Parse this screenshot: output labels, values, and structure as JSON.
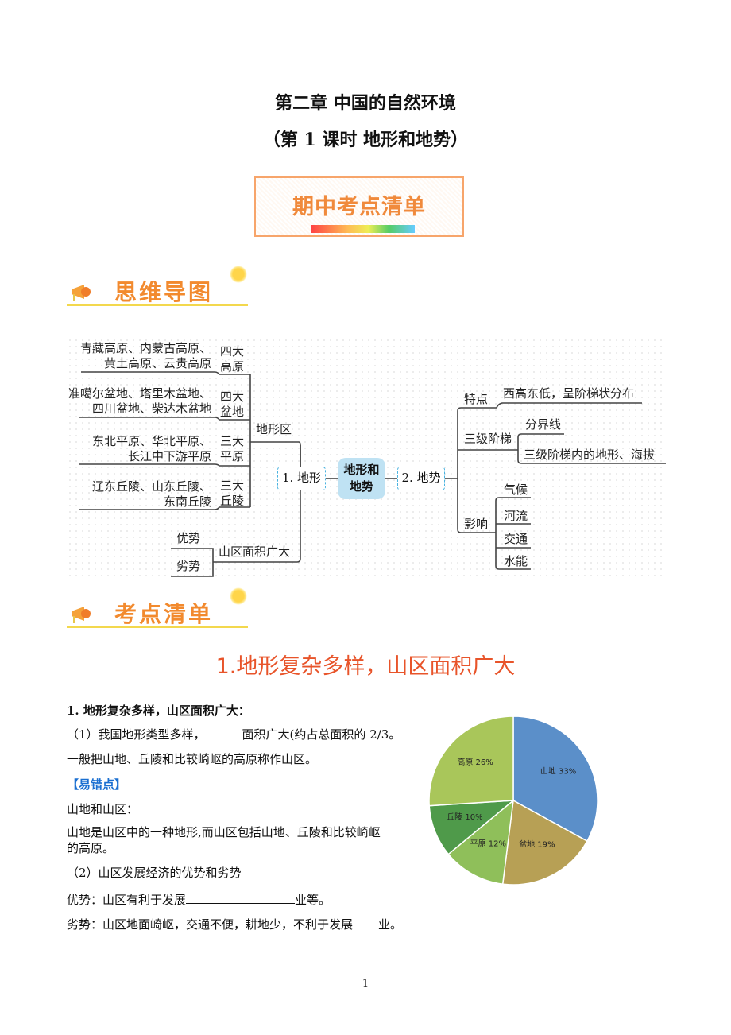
{
  "header": {
    "title": "第二章  中国的自然环境",
    "subtitle": "（第 1 课时  地形和地势）"
  },
  "banner": {
    "text": "期中考点清单"
  },
  "section1": {
    "title": "思维导图"
  },
  "mindmap": {
    "center": [
      "地形和",
      "地势"
    ],
    "left_node": "1. 地形",
    "right_node": "2. 地势",
    "landform_label": "地形区",
    "groups": [
      {
        "items": [
          "青藏高原、内蒙古高原、",
          "黄土高原、云贵高原"
        ],
        "label": [
          "四大",
          "高原"
        ]
      },
      {
        "items": [
          "准噶尔盆地、塔里木盆地、",
          "四川盆地、柴达木盆地"
        ],
        "label": [
          "四大",
          "盆地"
        ]
      },
      {
        "items": [
          "东北平原、华北平原、",
          "长江中下游平原"
        ],
        "label": [
          "三大",
          "平原"
        ]
      },
      {
        "items": [
          "辽东丘陵、山东丘陵、",
          "东南丘陵"
        ],
        "label": [
          "三大",
          "丘陵"
        ]
      }
    ],
    "mountain": {
      "label": "山区面积广大",
      "pros": "优势",
      "cons": "劣势"
    },
    "feature": {
      "label": "特点",
      "value": "西高东低，呈阶梯状分布"
    },
    "steps": {
      "label": "三级阶梯",
      "items": [
        "分界线",
        "三级阶梯内的地形、海拔"
      ]
    },
    "impact": {
      "label": "影响",
      "items": [
        "气候",
        "河流",
        "交通",
        "水能"
      ]
    }
  },
  "section2": {
    "title": "考点清单"
  },
  "heading": "1.地形复杂多样，山区面积广大",
  "body": {
    "b1": "1. 地形复杂多样，山区面积广大：",
    "p1a": "（1）我国地形类型多样，",
    "p1b": "面积广大(约占总面积的 2/3。",
    "p2": "一般把山地、丘陵和比较崎岖的高原称作山区。",
    "tip": "【易错点】",
    "p3": "山地和山区：",
    "p4": "山地是山区中的一种地形,而山区包括山地、丘陵和比较崎岖",
    "p5": "的高原。",
    "p6": "（2）山区发展经济的优势和劣势",
    "p7a": "优势：山区有利于发展",
    "p7b": "业等。",
    "p8a": "劣势：山区地面崎岖，交通不便，耕地少，不利于发展",
    "p8b": "业。"
  },
  "pie": {
    "slices": [
      {
        "name": "山地",
        "value": 33,
        "label": "山地 33%",
        "color": "#5b8fc9"
      },
      {
        "name": "盆地",
        "value": 19,
        "label": "盆地 19%",
        "color": "#b7a055"
      },
      {
        "name": "平原",
        "value": 12,
        "label": "平原 12%",
        "color": "#8fbf5a"
      },
      {
        "name": "丘陵",
        "value": 10,
        "label": "丘陵 10%",
        "color": "#4f9a4a"
      },
      {
        "name": "高原",
        "value": 26,
        "label": "高原 26%",
        "color": "#a9c65a"
      }
    ]
  },
  "page_number": "1"
}
